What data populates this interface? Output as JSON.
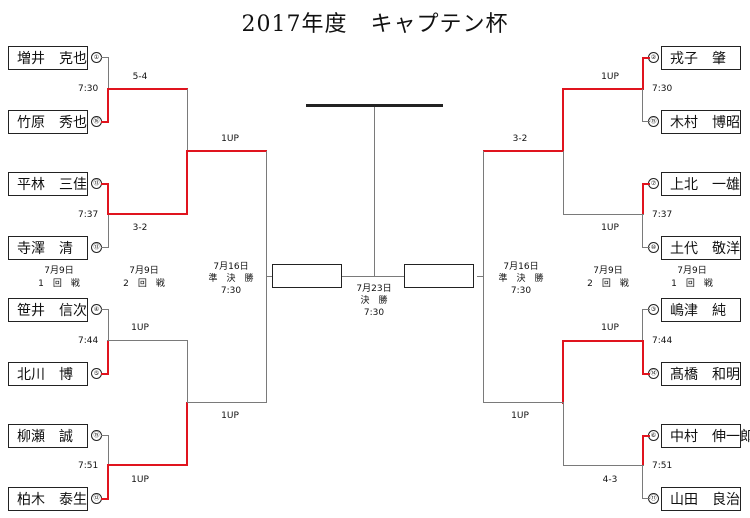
{
  "title": "2017年度　キャプテン杯",
  "left_players": [
    {
      "name": "増井　克也",
      "seed": "①"
    },
    {
      "name": "竹原　秀也",
      "seed": "⑯"
    },
    {
      "name": "平林　三佳",
      "seed": "⑬"
    },
    {
      "name": "寺澤　清",
      "seed": "⑬"
    },
    {
      "name": "笹井　信次",
      "seed": "④"
    },
    {
      "name": "北川　博",
      "seed": "⑤"
    },
    {
      "name": "柳瀬　誠",
      "seed": "⑮"
    },
    {
      "name": "柏木　泰生",
      "seed": "⑫"
    }
  ],
  "right_players": [
    {
      "name": "戎子　肇",
      "seed": "②"
    },
    {
      "name": "木村　博昭",
      "seed": "⑮"
    },
    {
      "name": "上北　一雄",
      "seed": "⑦"
    },
    {
      "name": "土代　敬洋",
      "seed": "⑩"
    },
    {
      "name": "嶋津　純",
      "seed": "③"
    },
    {
      "name": "髙橋　和明",
      "seed": "⑭"
    },
    {
      "name": "中村　伸一郎",
      "seed": "⑥"
    },
    {
      "name": "山田　良治",
      "seed": "⑪"
    }
  ],
  "left_r1": [
    {
      "time": "7:30",
      "score": "5-4"
    },
    {
      "time": "7:37",
      "score": "3-2"
    },
    {
      "time": "7:44",
      "score": "1UP"
    },
    {
      "time": "7:51",
      "score": "1UP"
    }
  ],
  "right_r1": [
    {
      "time": "7:30",
      "score": "1UP"
    },
    {
      "time": "7:37",
      "score": "1UP"
    },
    {
      "time": "7:44",
      "score": "1UP"
    },
    {
      "time": "7:51",
      "score": "4-3"
    }
  ],
  "left_r2": [
    "1UP",
    "1UP"
  ],
  "right_r2": [
    "3-2",
    "1UP"
  ],
  "round_labels": {
    "r1_date": "7月9日",
    "r1_name": "1　回　戦",
    "r2_date": "7月9日",
    "r2_name": "2　回　戦",
    "sf_date": "7月16日",
    "sf_name": "準　決　勝",
    "sf_time": "7:30",
    "final_date": "7月23日",
    "final_name": "決　勝",
    "final_time": "7:30"
  },
  "colors": {
    "winner_line": "#e0141e",
    "line": "#7a7a7a",
    "border": "#222222"
  }
}
